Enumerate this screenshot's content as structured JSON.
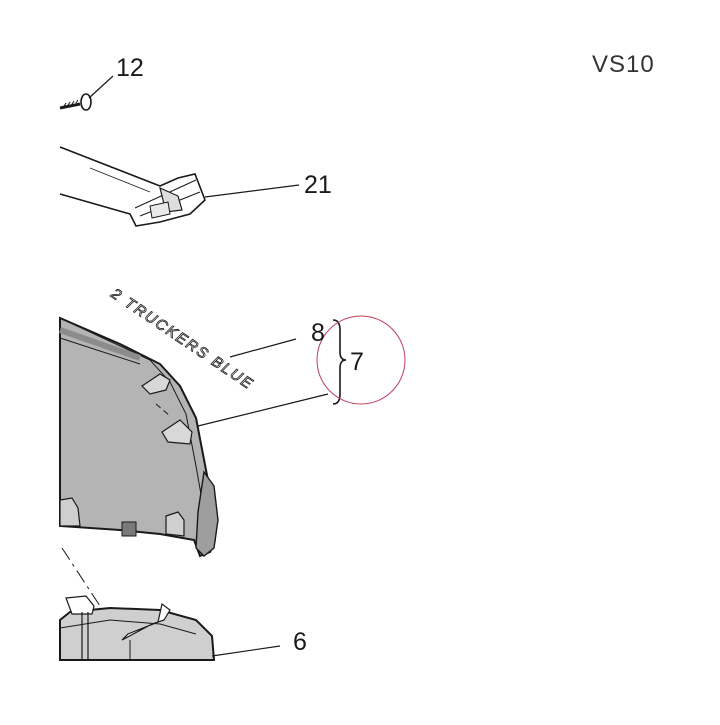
{
  "diagram": {
    "code": "VS10",
    "callouts": {
      "c12": "12",
      "c21": "21",
      "c8": "8",
      "c7": "7",
      "c6": "6"
    },
    "emblem_text": "2 TRUCKERS BLUE"
  },
  "colors": {
    "line": "#1a1a1a",
    "panel_fill": "#b4b4b4",
    "panel_dark": "#8c8c8c",
    "highlight_circle": "#c0405a",
    "paper": "#ffffff"
  }
}
